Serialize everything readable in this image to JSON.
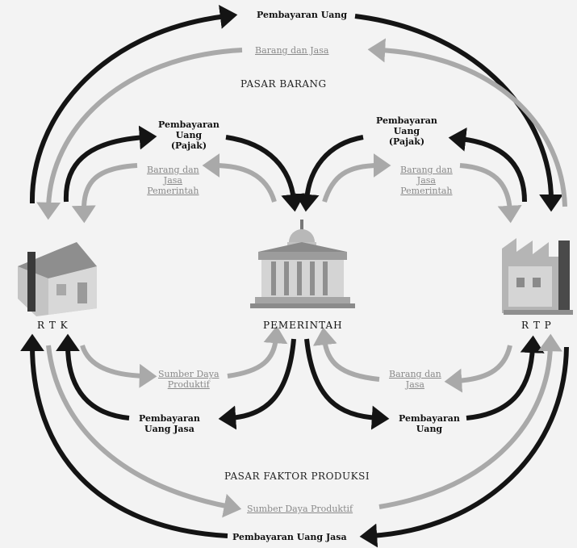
{
  "colors": {
    "dark_flow": "#141414",
    "light_flow": "#a9a9a9",
    "background": "#f3f3f3"
  },
  "markets": {
    "goods": "PASAR BARANG",
    "factors": "PASAR FAKTOR PRODUKSI"
  },
  "agents": {
    "households": {
      "label": "R T K",
      "icon": "house-icon"
    },
    "government": {
      "label": "PEMERINTAH",
      "icon": "government-building-icon"
    },
    "firms": {
      "label": "R T P",
      "icon": "factory-icon"
    }
  },
  "flows": {
    "top_outer_payment": "Pembayaran Uang",
    "top_outer_goods": "Barang dan Jasa",
    "left_tax_payment": [
      "Pembayaran",
      "Uang",
      "(Pajak)"
    ],
    "left_gov_goods": [
      "Barang dan",
      "Jasa",
      "Pemerintah"
    ],
    "right_tax_payment": [
      "Pembayaran",
      "Uang",
      "(Pajak)"
    ],
    "right_gov_goods": [
      "Barang dan",
      "Jasa",
      "Pemerintah"
    ],
    "left_resources": [
      "Sumber Daya",
      "Produktif"
    ],
    "left_service_payment": [
      "Pembayaran",
      "Uang Jasa"
    ],
    "right_goods": [
      "Barang dan",
      "Jasa"
    ],
    "right_payment": [
      "Pembayaran",
      "Uang"
    ],
    "bottom_outer_resources": "Sumber Daya Produktif",
    "bottom_outer_payment": "Pembayaran Uang Jasa"
  }
}
